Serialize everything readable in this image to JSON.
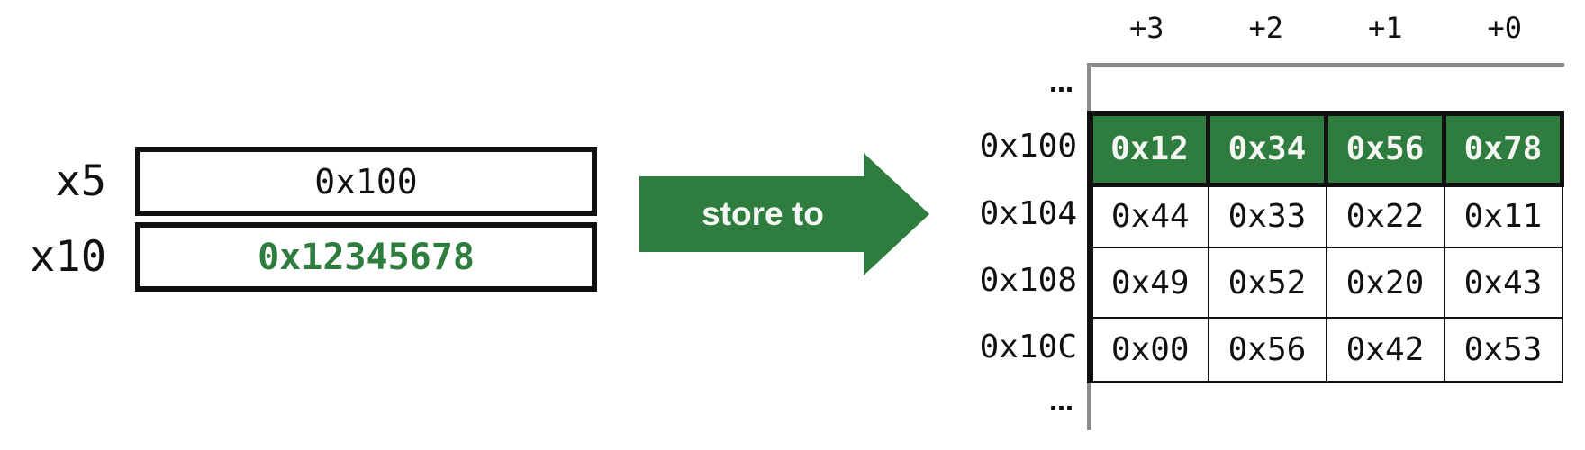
{
  "registers": [
    {
      "name": "x5",
      "value": "0x100",
      "highlighted": false
    },
    {
      "name": "x10",
      "value": "0x12345678",
      "highlighted": true
    }
  ],
  "arrow": {
    "label": "store to"
  },
  "memory": {
    "col_headers": [
      "+3",
      "+2",
      "+1",
      "+0"
    ],
    "ellipsis_top": "…",
    "ellipsis_bottom": "…",
    "rows": [
      {
        "address": "0x100",
        "bytes": [
          "0x12",
          "0x34",
          "0x56",
          "0x78"
        ],
        "highlighted": true
      },
      {
        "address": "0x104",
        "bytes": [
          "0x44",
          "0x33",
          "0x22",
          "0x11"
        ],
        "highlighted": false
      },
      {
        "address": "0x108",
        "bytes": [
          "0x49",
          "0x52",
          "0x20",
          "0x43"
        ],
        "highlighted": false
      },
      {
        "address": "0x10C",
        "bytes": [
          "0x00",
          "0x56",
          "0x42",
          "0x53"
        ],
        "highlighted": false
      }
    ]
  },
  "colors": {
    "green": "#2e7d3e",
    "gray": "#8c8c8c",
    "ink": "#111111"
  }
}
